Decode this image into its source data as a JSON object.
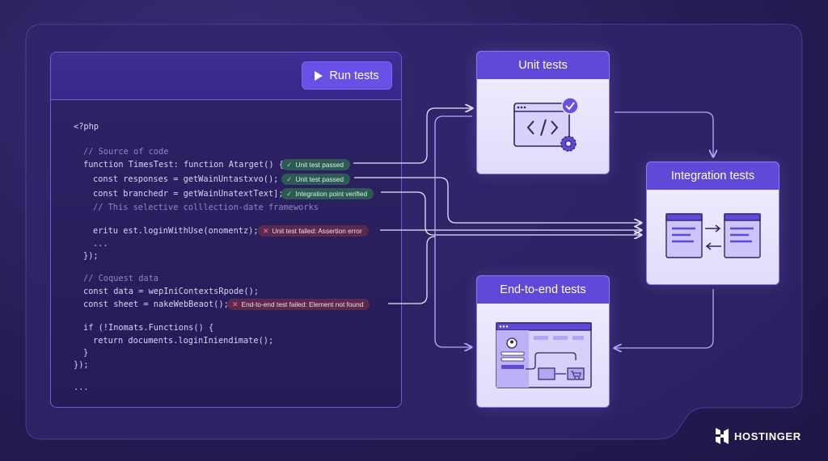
{
  "editor": {
    "run_button_label": "Run tests",
    "code_lines": [
      "<?php",
      "// Source of code",
      "function TimesTest: function Atarget() {",
      "const responses = getWainUntastxvo();",
      "const branchedr = getWainUnatextText];",
      "// This selective colllection-date frameworks",
      "eritu est.loginWithUse(onomentz);",
      "...",
      "});",
      "// Coquest data",
      "const data = wepIniContextsRpode();",
      "const sheet = nakeWebBeaot();",
      "if (!Inomats.Functions() {",
      "return documents.loginIniendimate();",
      "}",
      "});",
      "..."
    ],
    "badges": [
      {
        "status": "pass",
        "text": "Unit test passed"
      },
      {
        "status": "pass",
        "text": "Unit test passed"
      },
      {
        "status": "pass",
        "text": "Integration point verified"
      },
      {
        "status": "fail",
        "text": "Unit test failed: Assertion error"
      },
      {
        "status": "fail",
        "text": "End-to-end test failed: Element not found"
      }
    ]
  },
  "cards": {
    "unit": {
      "title": "Unit tests"
    },
    "integration": {
      "title": "Integration tests"
    },
    "e2e": {
      "title": "End-to-end tests"
    }
  },
  "brand": {
    "name": "HOSTINGER"
  },
  "colors": {
    "background": "#241a4f",
    "accent": "#6248d8",
    "connector": "#e9e4ff",
    "pass_badge": "#2e5a54",
    "fail_badge": "#5a2a4c"
  },
  "icons": [
    "play-icon",
    "check-circle-icon",
    "code-window-icon",
    "gear-icon",
    "cart-icon",
    "user-icon",
    "check-icon",
    "cross-icon"
  ]
}
